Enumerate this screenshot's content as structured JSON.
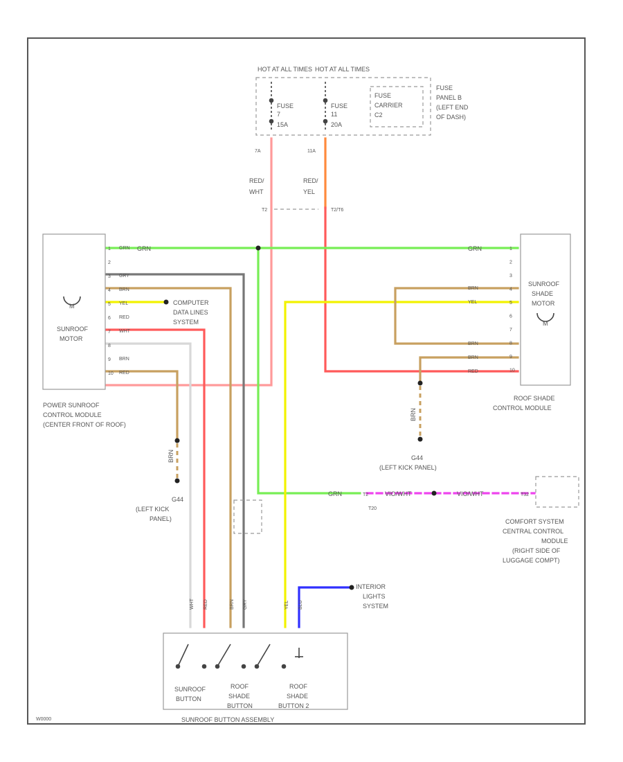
{
  "colors": {
    "green": "#77ee55",
    "red": "#ff5a5a",
    "red_white": "#ff9a9a",
    "red_yellow": "#ff8a3d",
    "brown": "#c8a060",
    "grey": "#777777",
    "yellow": "#f2f200",
    "white": "#d8d8d8",
    "blue": "#3030ff",
    "violet": "#ee44ee"
  },
  "fuse_panel": {
    "hot_1": "HOT AT ALL TIMES",
    "hot_2": "HOT AT ALL TIMES",
    "fuse1_label": "FUSE",
    "fuse1_num": "7",
    "fuse1_amp": "15A",
    "fuse2_label": "FUSE",
    "fuse2_num": "11",
    "fuse2_amp": "20A",
    "carrier": [
      "FUSE",
      "CARRIER",
      "C2"
    ],
    "panel": [
      "FUSE",
      "PANEL B",
      "(LEFT END",
      "OF DASH)"
    ],
    "pin_1": "7A",
    "pin_2": "11A"
  },
  "wire_labels": {
    "red_wht_1": "RED/",
    "red_wht_2": "WHT",
    "red_yel_1": "RED/",
    "red_yel_2": "YEL",
    "connector": "T2/T6",
    "grn_top_left": "GRN",
    "grn_top_right": "GRN",
    "grn_lower": "GRN",
    "violet_left": "VIO/WHT",
    "violet_right": "VIO/WHT",
    "grn_mid_pin": "T2",
    "connector_t20": "T20",
    "connector_t32": "T32",
    "brn_gnd_left": "BRN",
    "brn_gnd_right": "BRN"
  },
  "sunroof_motor": {
    "title": [
      "SUNROOF",
      "MOTOR"
    ],
    "module": [
      "POWER SUNROOF",
      "CONTROL MODULE",
      "(CENTER FRONT OF ROOF)"
    ],
    "pins": [
      "1",
      "2",
      "3",
      "4",
      "5",
      "6",
      "7",
      "8",
      "9",
      "10"
    ],
    "wire_colors": [
      "GRN",
      "",
      "GRY",
      "BRN",
      "YEL",
      "RED",
      "WHT",
      "",
      "BRN",
      "RED"
    ]
  },
  "computer_data": [
    "COMPUTER",
    "DATA LINES",
    "SYSTEM"
  ],
  "shade_motor": {
    "title": [
      "SUNROOF",
      "SHADE",
      "MOTOR"
    ],
    "module": [
      "ROOF SHADE",
      "CONTROL MODULE"
    ],
    "pins": [
      "1",
      "2",
      "3",
      "4",
      "5",
      "6",
      "7",
      "8",
      "9",
      "10"
    ],
    "wire_colors": [
      "GRN",
      "BRN",
      "YEL",
      "BRN",
      "BRN",
      "RED"
    ]
  },
  "ground_right": [
    "G44",
    "(LEFT KICK PANEL)"
  ],
  "ground_left": [
    "G44",
    "(LEFT KICK",
    "PANEL)"
  ],
  "comfort": [
    "COMFORT SYSTEM",
    "CENTRAL CONTROL",
    "MODULE",
    "(RIGHT SIDE OF",
    "LUGGAGE COMPT)"
  ],
  "interior_lights": [
    "INTERIOR",
    "LIGHTS",
    "SYSTEM"
  ],
  "switch_wires": [
    "WHT",
    "RED",
    "BRN",
    "GRY",
    "YEL",
    "BLU"
  ],
  "button_labels": {
    "b1": [
      "SUNROOF",
      "BUTTON"
    ],
    "b2": [
      "ROOF",
      "SHADE",
      "BUTTON"
    ],
    "b3": [
      "ROOF",
      "SHADE",
      "BUTTON 2"
    ],
    "assembly": "SUNROOF BUTTON ASSEMBLY"
  },
  "motor_symbol": "M",
  "footer_code": "W0000"
}
